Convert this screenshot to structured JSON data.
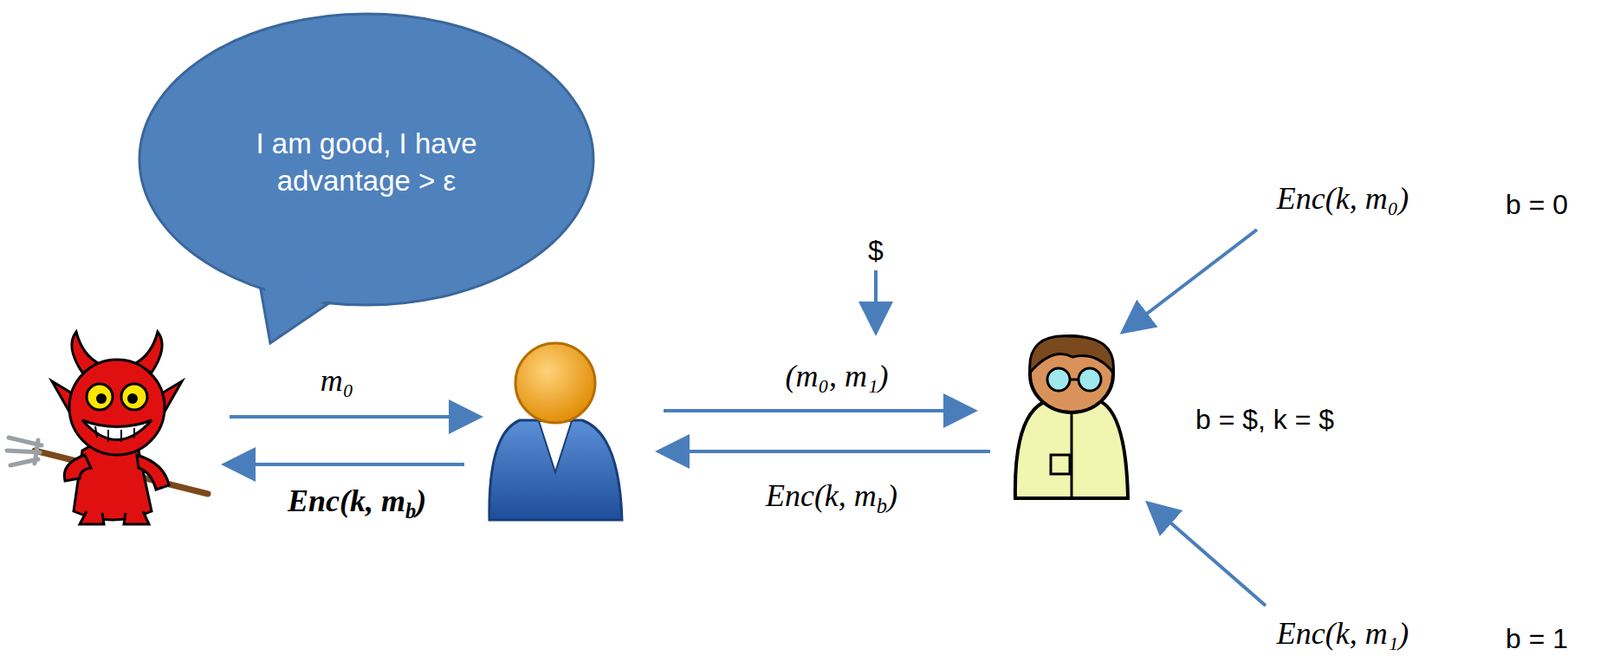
{
  "diagram": {
    "nodes": [
      {
        "text": [
          "I am good, I have advantage > ε"
        ]
      }
    ],
    "labels": [
      "m₀",
      "Enc(k, m",
      "b",
      ")",
      "$",
      "(m₀, m₁)",
      "Enc(k, m",
      "b",
      ")",
      "b = $, k = $",
      "Enc(k, m₀)",
      "b = 0",
      "Enc(k, m₁)",
      "b = 1"
    ]
  }
}
